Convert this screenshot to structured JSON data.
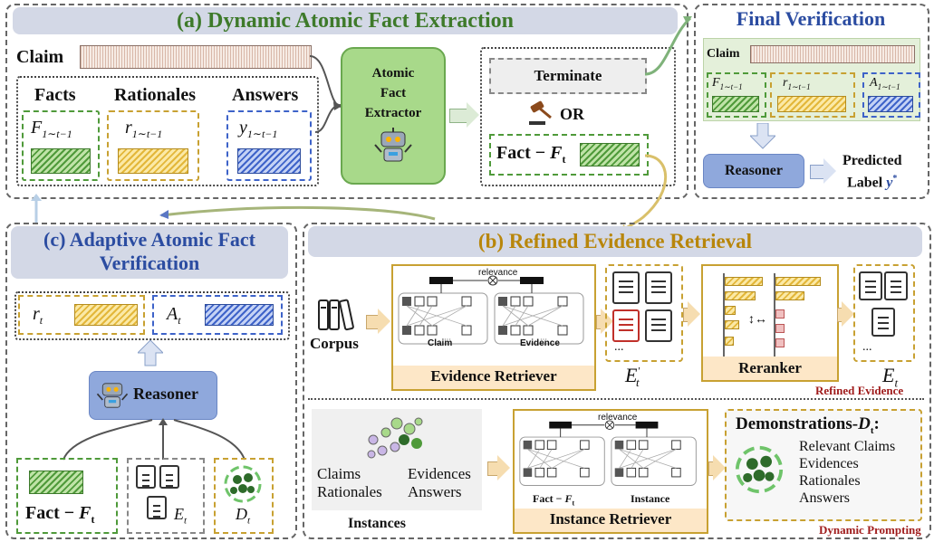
{
  "panel_a": {
    "title": "(a) Dynamic Atomic Fact Extraction",
    "claim_label": "Claim",
    "facts_header": "Facts",
    "rationales_header": "Rationales",
    "answers_header": "Answers",
    "facts_symbol": "F",
    "facts_sub": "1∼t−1",
    "rationales_symbol": "r",
    "rationales_sub": "1∼t−1",
    "answers_symbol": "y",
    "answers_sub": "1∼t−1",
    "extractor_label_1": "Atomic",
    "extractor_label_2": "Fact",
    "extractor_label_3": "Extractor",
    "terminate_label": "Terminate",
    "or_label": "OR",
    "fact_label": "Fact − ",
    "fact_symbol": "F",
    "fact_sub": "t"
  },
  "panel_final": {
    "title": "Final  Verification",
    "claim_label": "Claim",
    "f_symbol": "F",
    "f_sub": "1∼t−1",
    "r_symbol": "r",
    "r_sub": "1∼t−1",
    "a_symbol": "A",
    "a_sub": "1∼t−1",
    "reasoner_label": "Reasoner",
    "predicted_1": "Predicted",
    "predicted_2": "Label ",
    "label_symbol": "y",
    "label_sup": "*"
  },
  "panel_c": {
    "title_1": "(c) Adaptive Atomic Fact",
    "title_2": "Verification",
    "r_symbol": "r",
    "r_sub": "t",
    "a_symbol": "A",
    "a_sub": "t",
    "reasoner_label": "Reasoner",
    "fact_label": "Fact − ",
    "fact_symbol": "F",
    "fact_sub": "t",
    "e_symbol": "E",
    "e_sub": "t",
    "d_symbol": "D",
    "d_sub": "t"
  },
  "panel_b": {
    "title": "(b) Refined Evidence Retrieval",
    "corpus_label": "Corpus",
    "relevance_label": "relevance",
    "claim_label": "Claim",
    "evidence_label": "Evidence",
    "retriever_label": "Evidence Retriever",
    "e_prime_symbol": "E",
    "e_prime_sup": "'",
    "e_prime_sub": "t",
    "reranker_label": "Reranker",
    "e_symbol": "E",
    "e_sub": "t",
    "ellipsis": "...",
    "refined_evidence_tag": "Refined Evidence",
    "claims_label": "Claims",
    "rationales_label": "Rationales",
    "evidences_label": "Evidences",
    "answers_label": "Answers",
    "instances_label": "Instances",
    "relevance_label_2": "relevance",
    "fact_label": "Fact − ",
    "fact_symbol": "F",
    "fact_sub": "t",
    "instance_label": "Instance",
    "instance_retriever_label": "Instance Retriever",
    "demo_label": "Demonstrations-",
    "demo_symbol": "D",
    "demo_sub": "t",
    "demo_colon": ":",
    "demo_items": [
      "Relevant Claims",
      "Evidences",
      "Rationales",
      "Answers"
    ],
    "dynamic_prompting_tag": "Dynamic Prompting"
  },
  "colors": {
    "green": "#4f9a3a",
    "yellow": "#e3b73a",
    "blue": "#3e63c9",
    "title_blue": "#2b4ca1",
    "title_green": "#3e7a2a",
    "title_gold": "#b8860b",
    "dark_red": "#a01c1c"
  }
}
